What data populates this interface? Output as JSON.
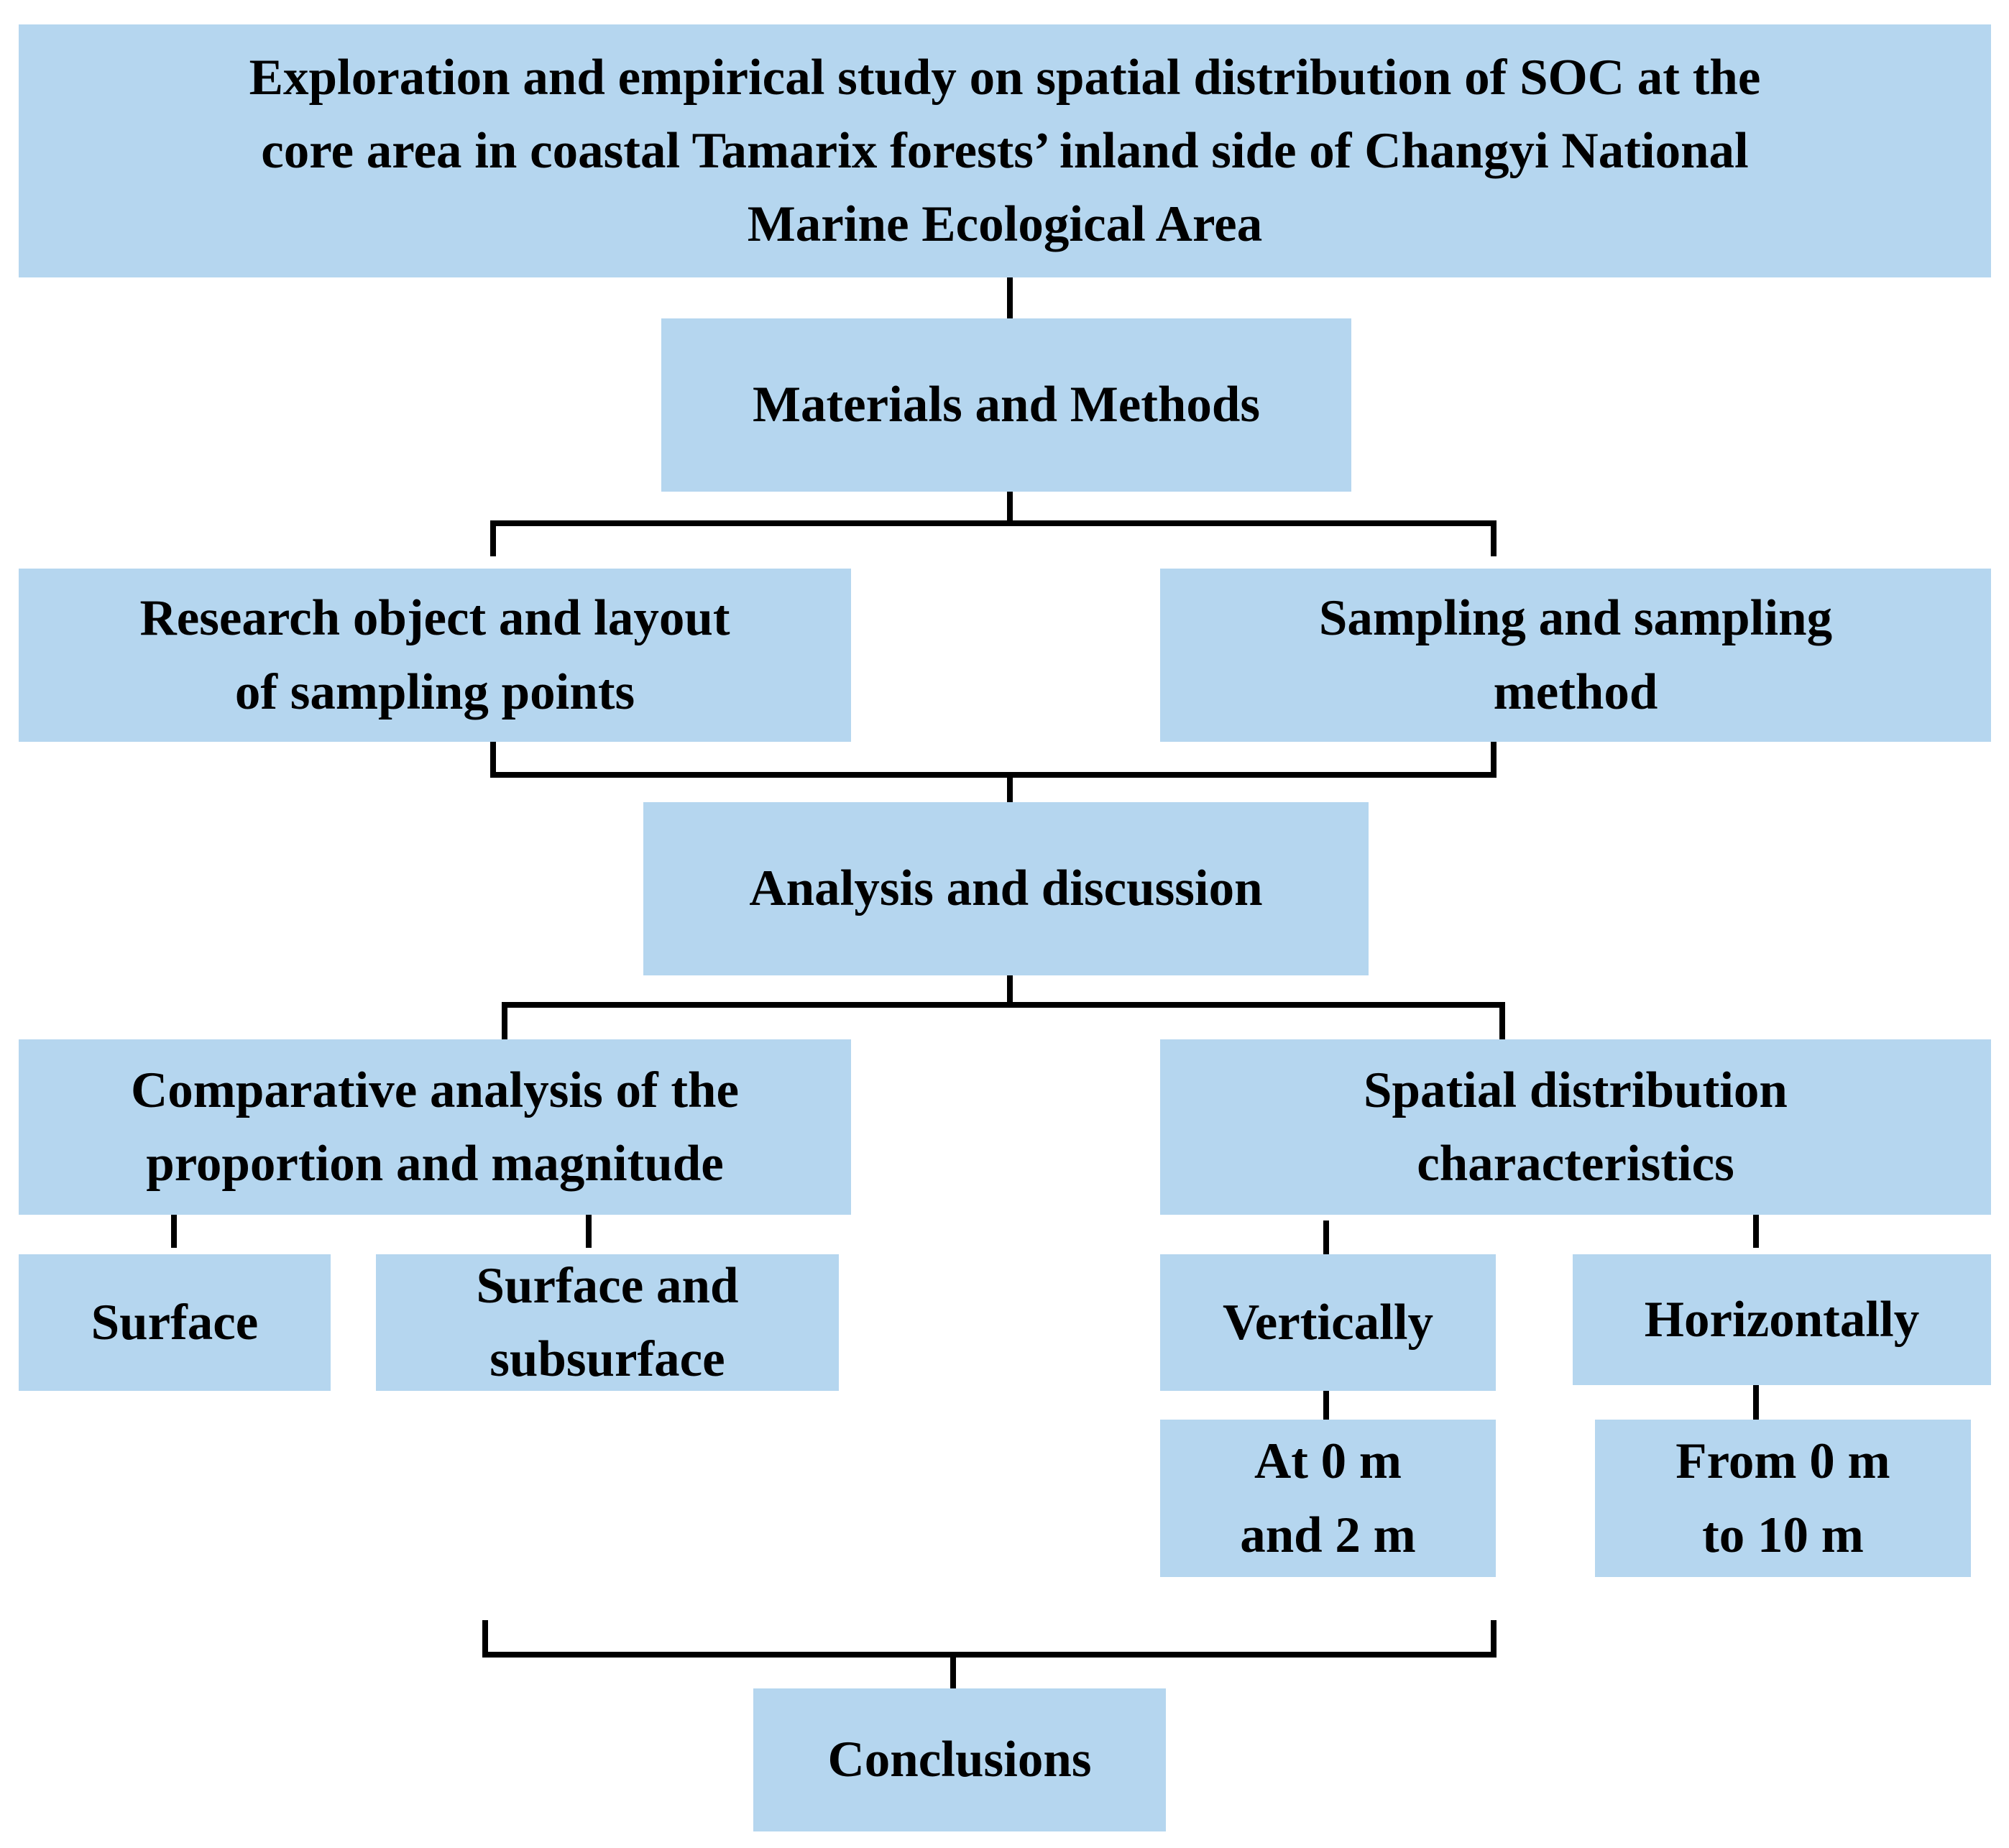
{
  "colors": {
    "box_fill": "#b5d6ef",
    "connector": "#000000",
    "text": "#000000"
  },
  "nodes": {
    "title": {
      "lines": [
        "Exploration and empirical study on spatial distribution of SOC at the",
        "core area in coastal Tamarix forests’ inland side of Changyi National",
        "Marine Ecological Area"
      ]
    },
    "materials": {
      "lines": [
        "Materials and Methods"
      ]
    },
    "research": {
      "lines": [
        "Research object and layout",
        "of sampling points"
      ]
    },
    "sampling": {
      "lines": [
        "Sampling and sampling",
        "method"
      ]
    },
    "analysis": {
      "lines": [
        "Analysis and  discussion"
      ]
    },
    "comparative": {
      "lines": [
        "Comparative  analysis of the",
        "proportion and magnitude"
      ]
    },
    "spatial": {
      "lines": [
        "Spatial distribution",
        "characteristics"
      ]
    },
    "surface": {
      "lines": [
        "Surface"
      ]
    },
    "surface_sub": {
      "lines": [
        "Surface and",
        "subsurface"
      ]
    },
    "vertically": {
      "lines": [
        "Vertically"
      ]
    },
    "horizontally": {
      "lines": [
        "Horizontally"
      ]
    },
    "at0m": {
      "lines": [
        "At 0 m",
        "and 2 m"
      ]
    },
    "from0m": {
      "lines": [
        "From 0 m",
        "to 10 m"
      ]
    },
    "conclusions": {
      "lines": [
        "Conclusions"
      ]
    }
  }
}
